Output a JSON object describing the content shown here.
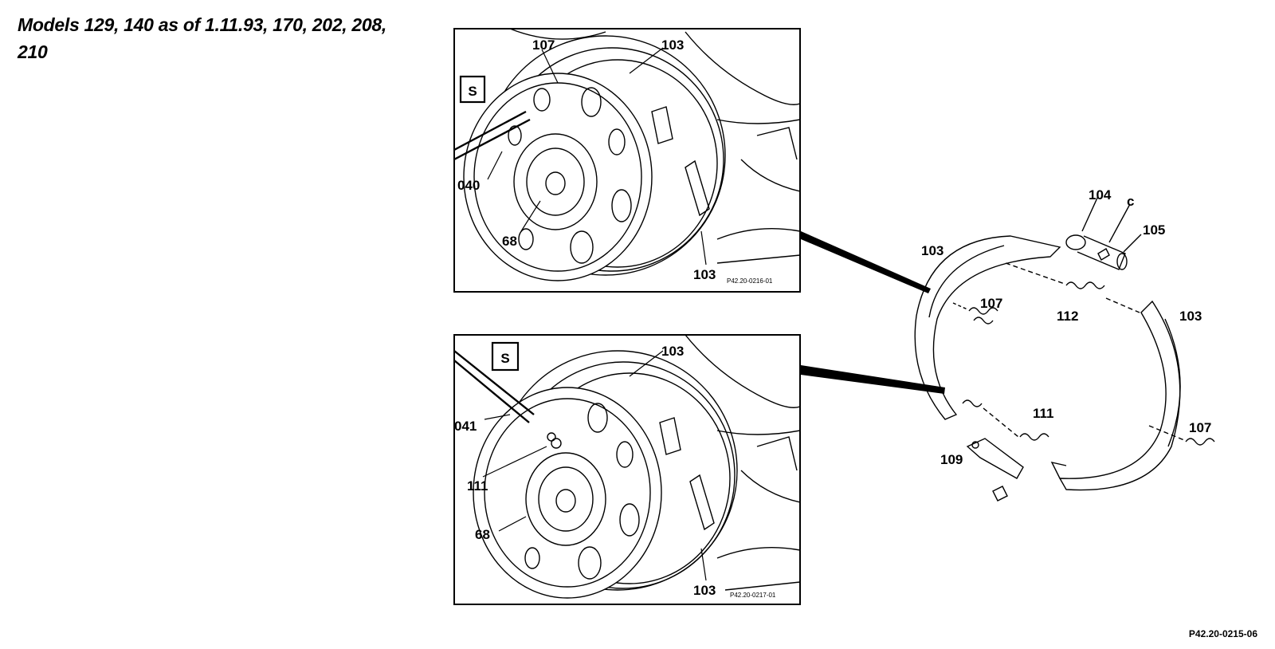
{
  "title": {
    "line1": "Models 129, 140 as of 1.11.93, 170, 202, 208,",
    "line2": "210"
  },
  "figure_ref": "P42.20-0215-06",
  "panel_top": {
    "ref": "P42.20-0216-01",
    "icon": "S",
    "labels": {
      "l107": "107",
      "l103a": "103",
      "l040": "040",
      "l68": "68",
      "l103b": "103"
    }
  },
  "panel_bottom": {
    "ref": "P42.20-0217-01",
    "icon": "S",
    "labels": {
      "l103a": "103",
      "l041": "041",
      "l111": "111",
      "l68": "68",
      "l103b": "103"
    }
  },
  "exploded": {
    "labels": {
      "l104": "104",
      "lc": "c",
      "l105": "105",
      "l103a": "103",
      "l107a": "107",
      "l112": "112",
      "l103b": "103",
      "l111": "111",
      "l107b": "107",
      "l109": "109"
    }
  }
}
